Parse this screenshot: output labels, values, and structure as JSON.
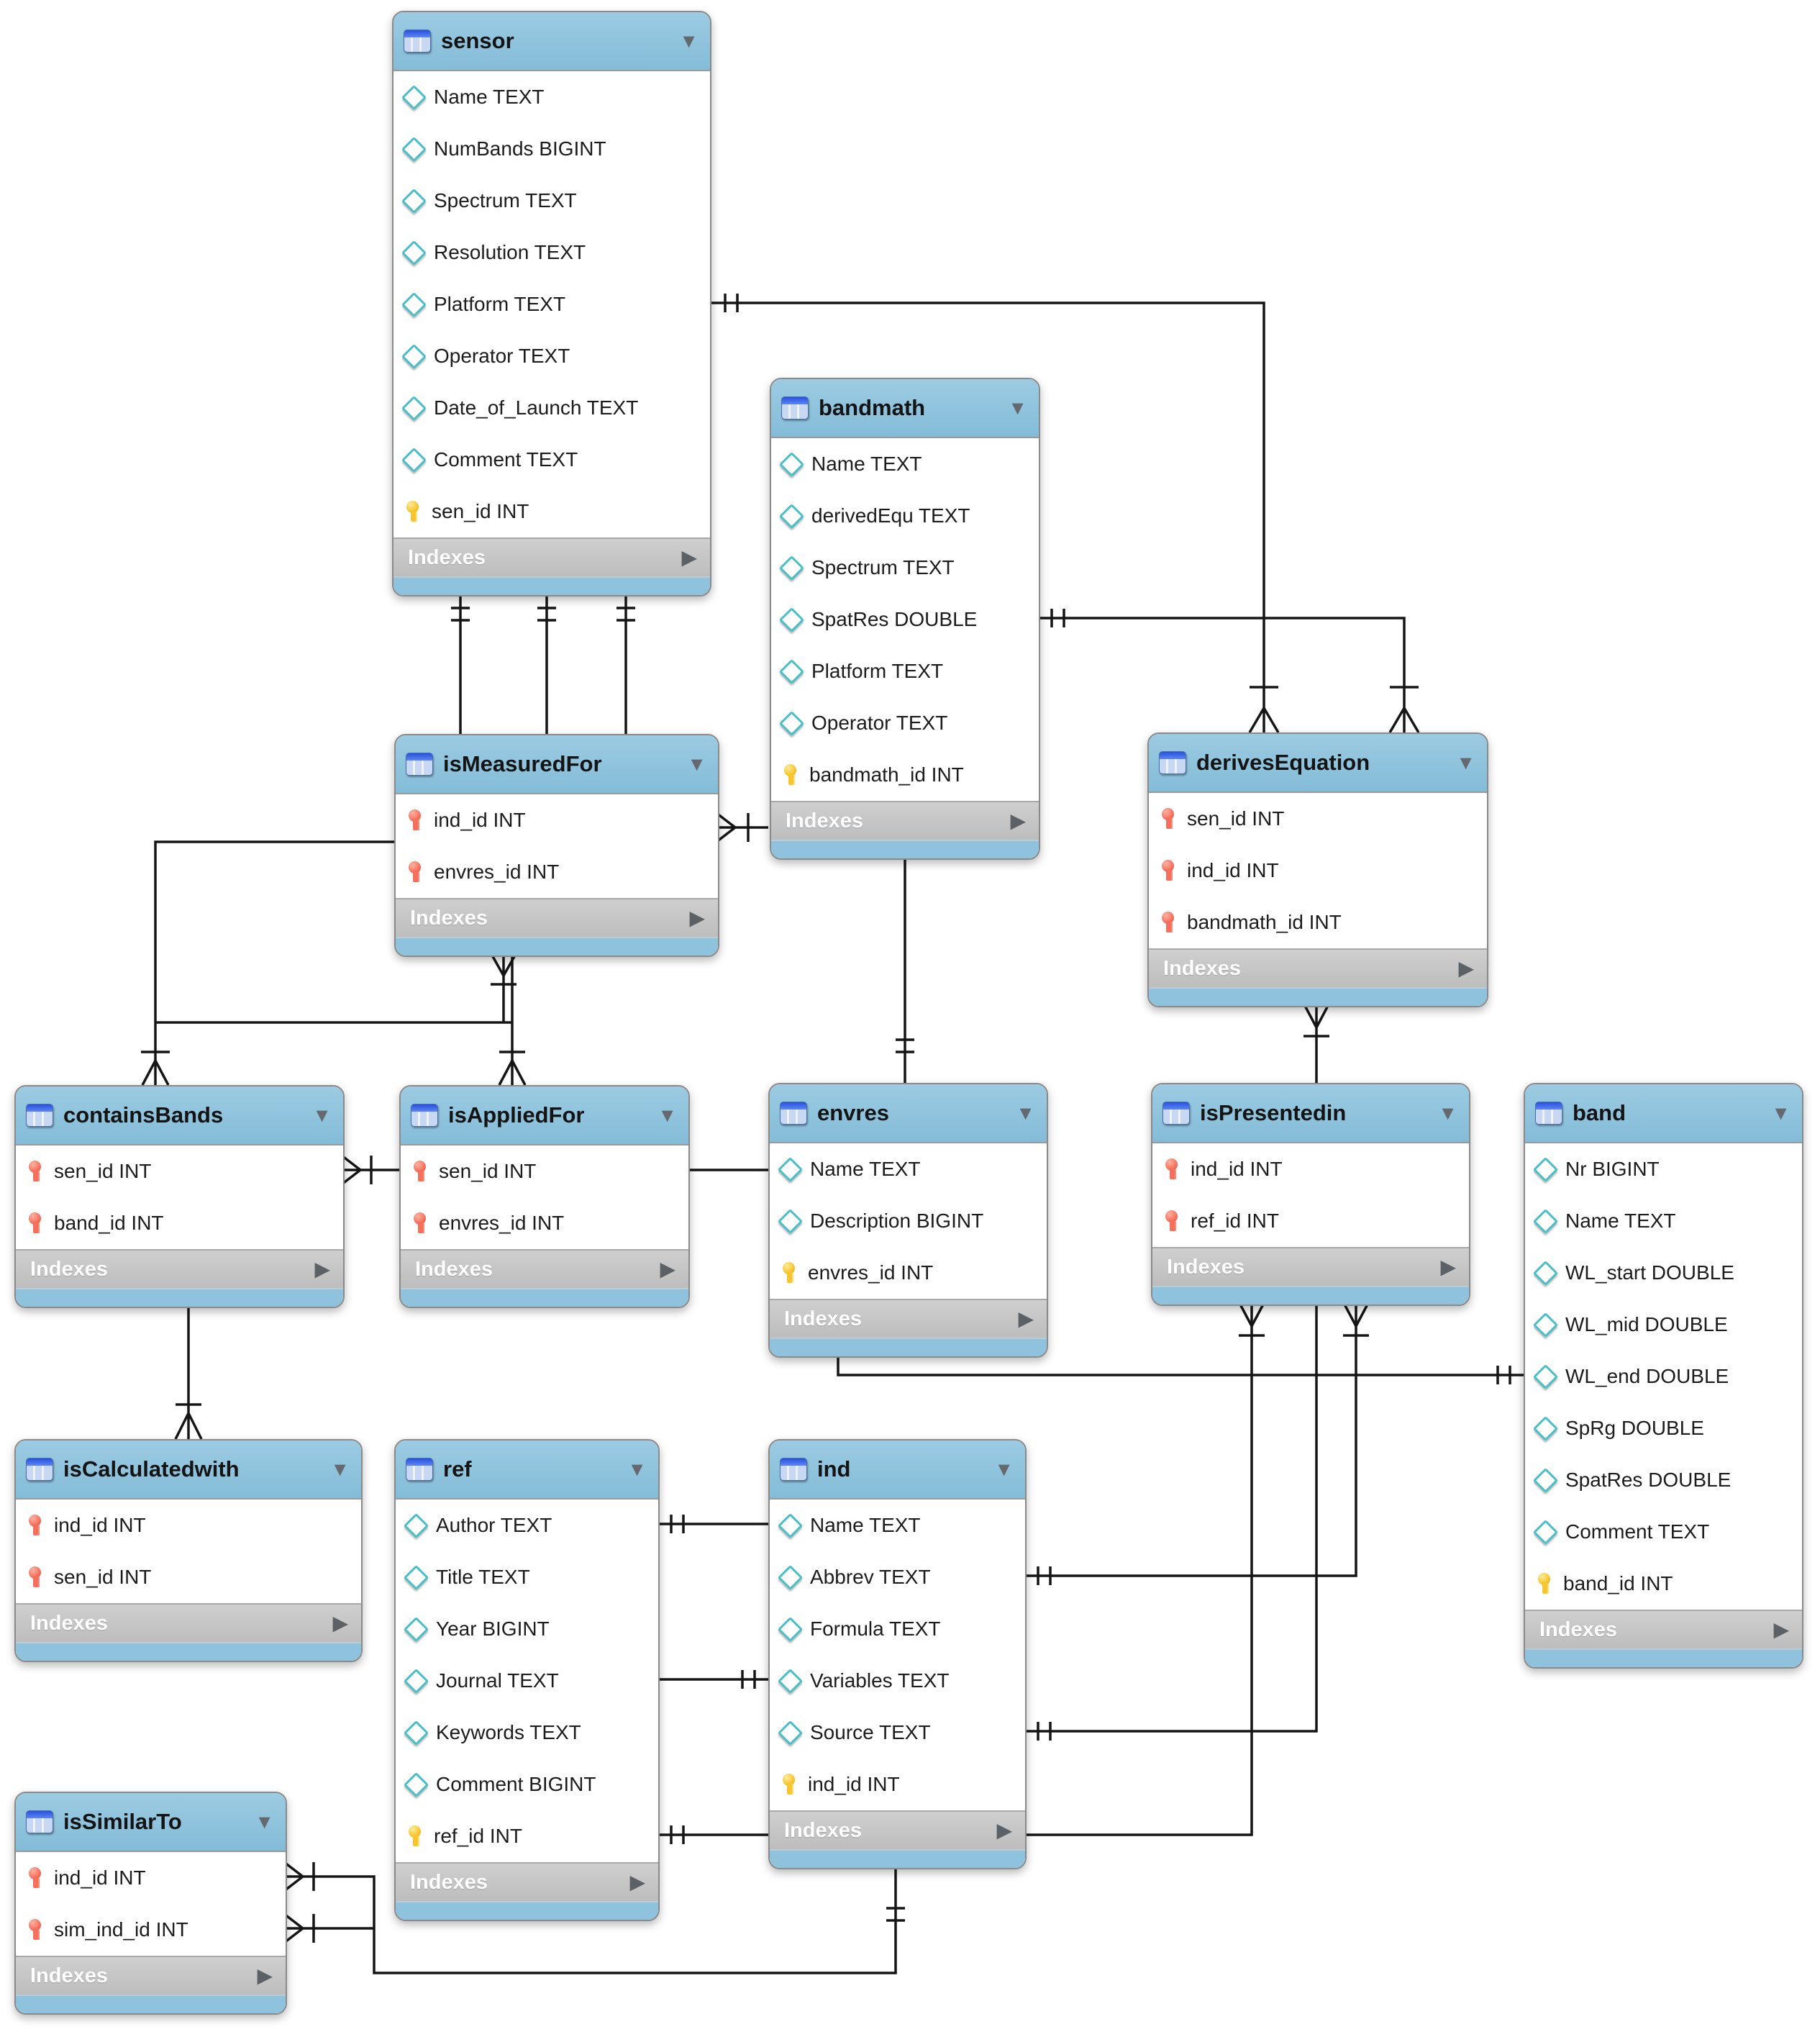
{
  "diagram": {
    "indexes_label": "Indexes",
    "colors": {
      "header_blue": "#8fc3dd",
      "indexes_gray": "#c3c3c3",
      "table_border": "#8a8a8a",
      "connector_line": "#151515",
      "diamond_teal": "#49bfc8",
      "key_yellow": "#f7c52e",
      "key_red": "#f4705c"
    },
    "icons": {
      "header_icon": "table-icon",
      "collapse_icon": "chevron-down-icon",
      "expand_icon": "play-right-icon",
      "diamond": "attribute-diamond-icon",
      "key_yellow": "primary-key-icon",
      "key_red": "foreign-key-icon"
    },
    "tables": [
      {
        "name": "sensor",
        "fields": [
          {
            "icon": "diamond",
            "label": "Name TEXT"
          },
          {
            "icon": "diamond",
            "label": "NumBands BIGINT"
          },
          {
            "icon": "diamond",
            "label": "Spectrum TEXT"
          },
          {
            "icon": "diamond",
            "label": "Resolution TEXT"
          },
          {
            "icon": "diamond",
            "label": "Platform TEXT"
          },
          {
            "icon": "diamond",
            "label": "Operator TEXT"
          },
          {
            "icon": "diamond",
            "label": "Date_of_Launch TEXT"
          },
          {
            "icon": "diamond",
            "label": "Comment TEXT"
          },
          {
            "icon": "key-yellow",
            "label": "sen_id INT"
          }
        ]
      },
      {
        "name": "bandmath",
        "fields": [
          {
            "icon": "diamond",
            "label": "Name TEXT"
          },
          {
            "icon": "diamond",
            "label": "derivedEqu TEXT"
          },
          {
            "icon": "diamond",
            "label": "Spectrum TEXT"
          },
          {
            "icon": "diamond",
            "label": "SpatRes DOUBLE"
          },
          {
            "icon": "diamond",
            "label": "Platform TEXT"
          },
          {
            "icon": "diamond",
            "label": "Operator TEXT"
          },
          {
            "icon": "key-yellow",
            "label": "bandmath_id INT"
          }
        ]
      },
      {
        "name": "isMeasuredFor",
        "fields": [
          {
            "icon": "key-red",
            "label": "ind_id INT"
          },
          {
            "icon": "key-red",
            "label": "envres_id INT"
          }
        ]
      },
      {
        "name": "derivesEquation",
        "fields": [
          {
            "icon": "key-red",
            "label": "sen_id INT"
          },
          {
            "icon": "key-red",
            "label": "ind_id INT"
          },
          {
            "icon": "key-red",
            "label": "bandmath_id INT"
          }
        ]
      },
      {
        "name": "containsBands",
        "fields": [
          {
            "icon": "key-red",
            "label": "sen_id INT"
          },
          {
            "icon": "key-red",
            "label": "band_id INT"
          }
        ]
      },
      {
        "name": "isAppliedFor",
        "fields": [
          {
            "icon": "key-red",
            "label": "sen_id INT"
          },
          {
            "icon": "key-red",
            "label": "envres_id INT"
          }
        ]
      },
      {
        "name": "envres",
        "fields": [
          {
            "icon": "diamond",
            "label": "Name TEXT"
          },
          {
            "icon": "diamond",
            "label": "Description BIGINT"
          },
          {
            "icon": "key-yellow",
            "label": "envres_id INT"
          }
        ]
      },
      {
        "name": "isPresentedin",
        "fields": [
          {
            "icon": "key-red",
            "label": "ind_id INT"
          },
          {
            "icon": "key-red",
            "label": "ref_id INT"
          }
        ]
      },
      {
        "name": "band",
        "fields": [
          {
            "icon": "diamond",
            "label": "Nr BIGINT"
          },
          {
            "icon": "diamond",
            "label": "Name TEXT"
          },
          {
            "icon": "diamond",
            "label": "WL_start DOUBLE"
          },
          {
            "icon": "diamond",
            "label": "WL_mid DOUBLE"
          },
          {
            "icon": "diamond",
            "label": "WL_end DOUBLE"
          },
          {
            "icon": "diamond",
            "label": "SpRg DOUBLE"
          },
          {
            "icon": "diamond",
            "label": "SpatRes DOUBLE"
          },
          {
            "icon": "diamond",
            "label": "Comment TEXT"
          },
          {
            "icon": "key-yellow",
            "label": "band_id INT"
          }
        ]
      },
      {
        "name": "isCalculatedwith",
        "fields": [
          {
            "icon": "key-red",
            "label": "ind_id INT"
          },
          {
            "icon": "key-red",
            "label": "sen_id INT"
          }
        ]
      },
      {
        "name": "ref",
        "fields": [
          {
            "icon": "diamond",
            "label": "Author TEXT"
          },
          {
            "icon": "diamond",
            "label": "Title TEXT"
          },
          {
            "icon": "diamond",
            "label": "Year BIGINT"
          },
          {
            "icon": "diamond",
            "label": "Journal TEXT"
          },
          {
            "icon": "diamond",
            "label": "Keywords TEXT"
          },
          {
            "icon": "diamond",
            "label": "Comment BIGINT"
          },
          {
            "icon": "key-yellow",
            "label": "ref_id INT"
          }
        ]
      },
      {
        "name": "ind",
        "fields": [
          {
            "icon": "diamond",
            "label": "Name TEXT"
          },
          {
            "icon": "diamond",
            "label": "Abbrev TEXT"
          },
          {
            "icon": "diamond",
            "label": "Formula TEXT"
          },
          {
            "icon": "diamond",
            "label": "Variables TEXT"
          },
          {
            "icon": "diamond",
            "label": "Source TEXT"
          },
          {
            "icon": "key-yellow",
            "label": "ind_id INT"
          }
        ]
      },
      {
        "name": "isSimilarTo",
        "fields": [
          {
            "icon": "key-red",
            "label": "ind_id INT"
          },
          {
            "icon": "key-red",
            "label": "sim_ind_id INT"
          }
        ]
      }
    ]
  }
}
